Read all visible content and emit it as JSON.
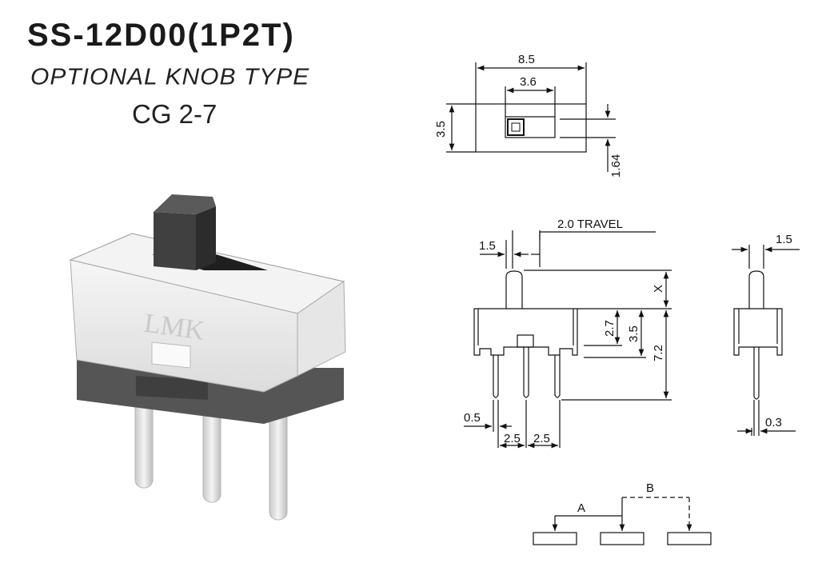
{
  "header": {
    "title": "SS-12D00(1P2T)",
    "subtitle": "OPTIONAL KNOB TYPE",
    "model": "CG 2-7"
  },
  "photo": {
    "brand_mark": "LMK"
  },
  "top_view": {
    "width_label": "8.5",
    "slot_label": "3.6",
    "height_label": "3.5",
    "offset_label": "1.64"
  },
  "front_view": {
    "pin_left_label": "1.5",
    "travel_label": "2.0 TRAVEL",
    "x_label": "X",
    "h1_label": "2.7",
    "h2_label": "3.5",
    "h3_label": "7.2",
    "pin_width_label": "0.5",
    "pitch1_label": "2.5",
    "pitch2_label": "2.5"
  },
  "side_view": {
    "knob_label": "1.5",
    "pin_thick_label": "0.3"
  },
  "circuit": {
    "label_a": "A",
    "label_b": "B"
  },
  "colors": {
    "knob": "#3a3a3a",
    "housing": "#efefef",
    "base": "#4a4a4a",
    "pins": "#dedede",
    "line": "#111111"
  }
}
